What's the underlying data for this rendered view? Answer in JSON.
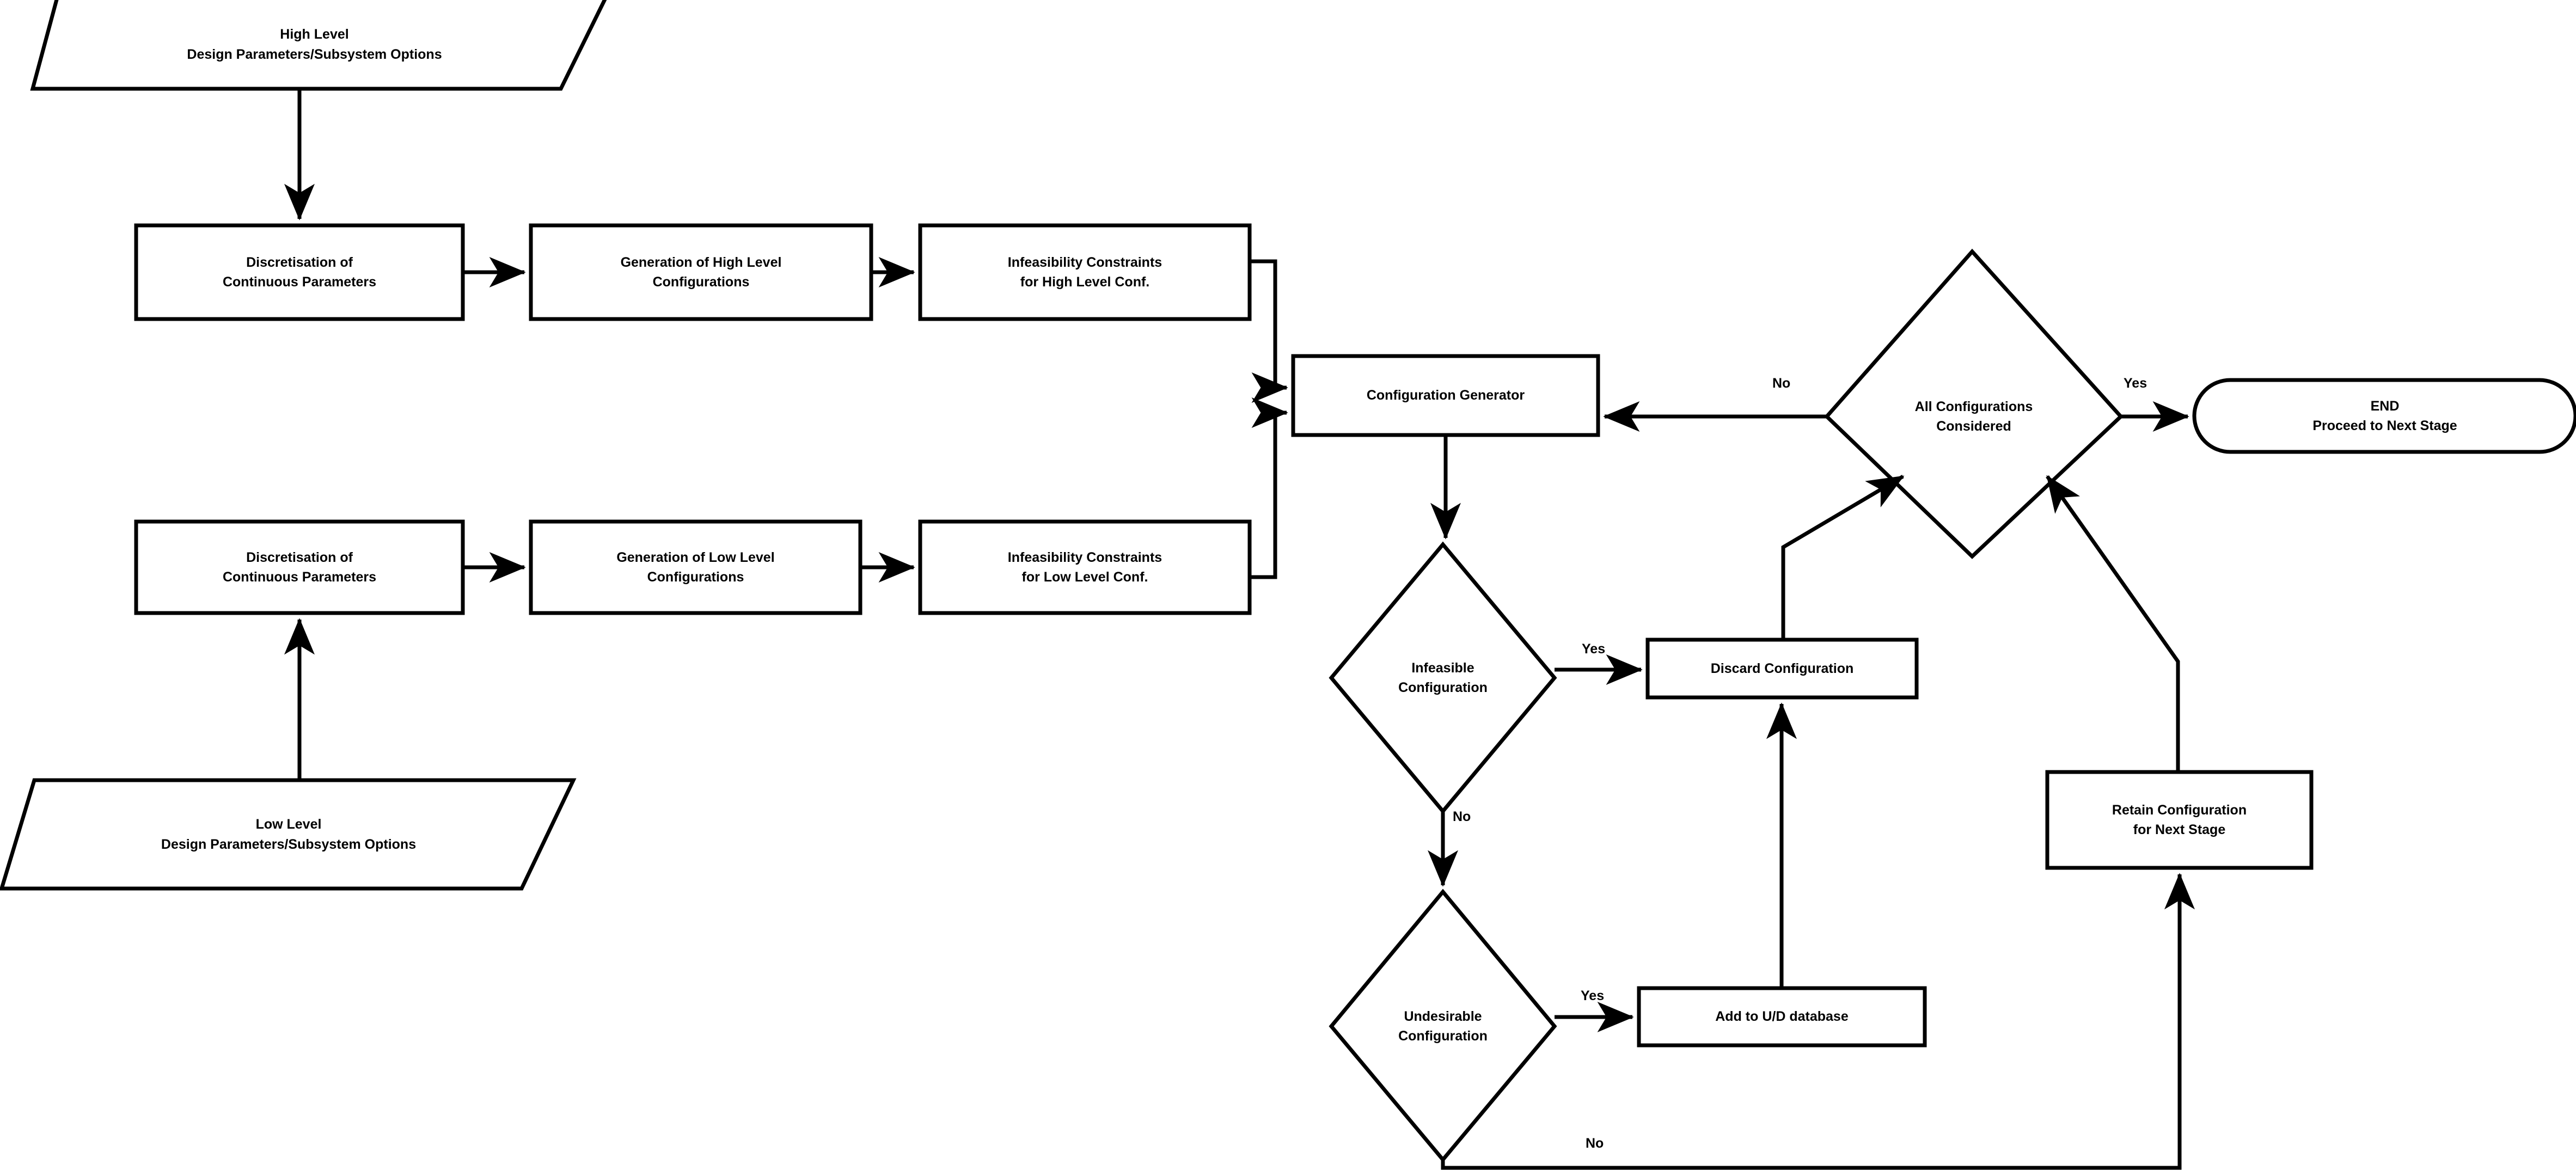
{
  "diagram": {
    "title": "Configuration generation and screening flowchart",
    "background": "#ffffff",
    "stroke": "#000000",
    "text_color": "#000000"
  },
  "nodes": {
    "high_level_input": {
      "shape": "parallelogram",
      "line1": "High Level",
      "line2": "Design Parameters/Subsystem Options"
    },
    "low_level_input": {
      "shape": "parallelogram",
      "line1": "Low Level",
      "line2": "Design Parameters/Subsystem Options"
    },
    "discretisation_high": {
      "shape": "process",
      "line1": "Discretisation of",
      "line2": "Continuous Parameters"
    },
    "discretisation_low": {
      "shape": "process",
      "line1": "Discretisation of",
      "line2": "Continuous Parameters"
    },
    "generation_high": {
      "shape": "process",
      "line1": "Generation of High Level",
      "line2": "Configurations"
    },
    "generation_low": {
      "shape": "process",
      "line1": "Generation of Low Level",
      "line2": "Configurations"
    },
    "infeasibility_high": {
      "shape": "process",
      "line1": "Infeasibility Constraints",
      "line2": "for High Level Conf."
    },
    "infeasibility_low": {
      "shape": "process",
      "line1": "Infeasibility Constraints",
      "line2": "for Low Level Conf."
    },
    "configuration_generator": {
      "shape": "process",
      "line1": "Configuration Generator",
      "line2": ""
    },
    "infeasible_configuration": {
      "shape": "decision",
      "line1": "Infeasible",
      "line2": "Configuration"
    },
    "undesirable_configuration": {
      "shape": "decision",
      "line1": "Undesirable",
      "line2": "Configuration"
    },
    "all_configurations_considered": {
      "shape": "decision",
      "line1": "All Configurations",
      "line2": "Considered"
    },
    "discard_configuration": {
      "shape": "process",
      "line1": "Discard Configuration",
      "line2": ""
    },
    "add_to_ud_database": {
      "shape": "process",
      "line1": "Add to U/D database",
      "line2": ""
    },
    "retain_configuration": {
      "shape": "process",
      "line1": "Retain Configuration",
      "line2": "for Next Stage"
    },
    "end": {
      "shape": "terminator",
      "line1": "END",
      "line2": "Proceed to Next Stage"
    }
  },
  "edge_labels": {
    "infeasible_yes": "Yes",
    "infeasible_no": "No",
    "undesirable_yes": "Yes",
    "undesirable_no": "No",
    "all_considered_no": "No",
    "all_considered_yes": "Yes"
  }
}
